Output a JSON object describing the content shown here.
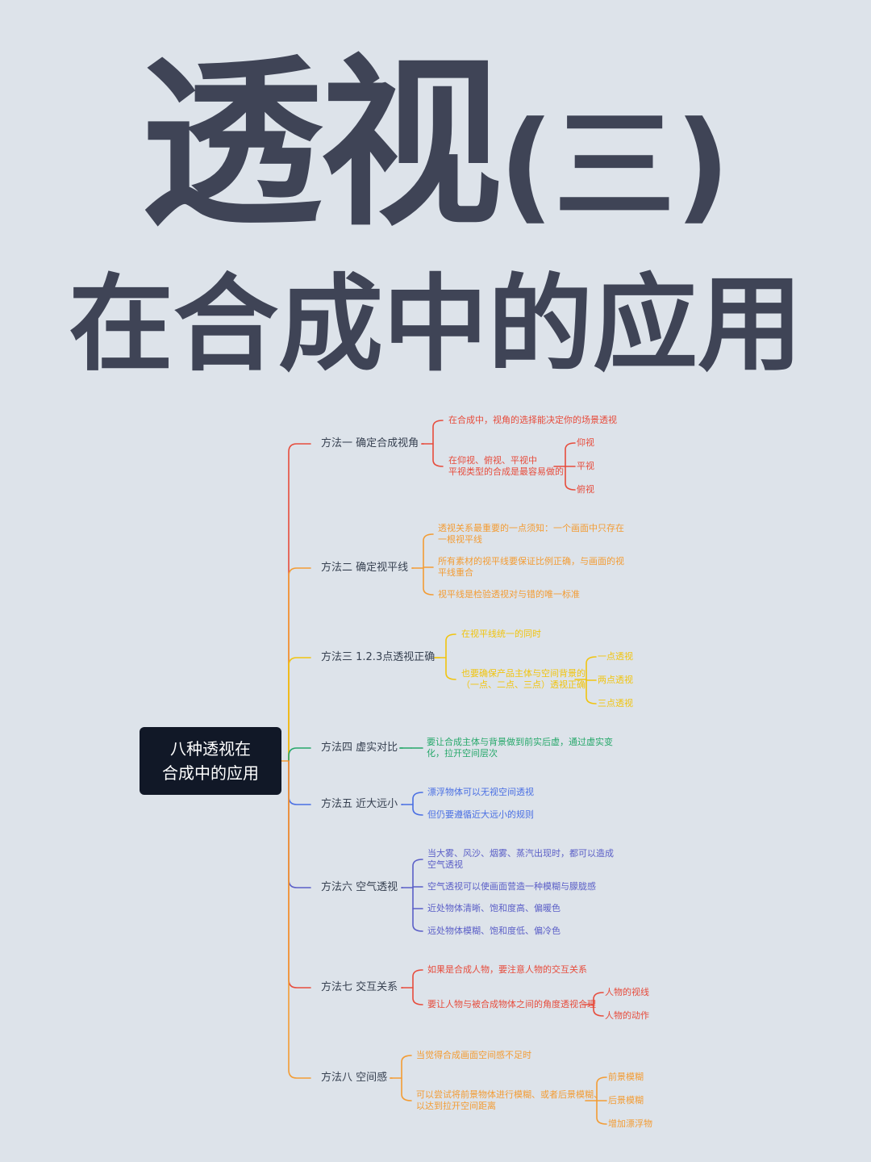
{
  "title": {
    "main": "透视",
    "paren": "(三)",
    "subtitle": "在合成中的应用"
  },
  "colors": {
    "background": "#dde3ea",
    "title": "#3f4456",
    "root_bg": "#111827",
    "red": "#e74c3c",
    "orange": "#f39c34",
    "yellow": "#f1c40f",
    "green": "#27a86b",
    "blue": "#4a6fe3",
    "indigo": "#5b5fc7"
  },
  "mindmap": {
    "root": [
      "八种透视在",
      "合成中的应用"
    ],
    "methods": [
      {
        "label": "方法一 确定合成视角",
        "color": "red",
        "children": [
          {
            "lines": [
              "在合成中，视角的选择能决定你的场景透视"
            ],
            "children": []
          },
          {
            "lines": [
              "在仰视、俯视、平视中",
              "平视类型的合成是最容易做的"
            ],
            "children": [
              "仰视",
              "平视",
              "俯视"
            ]
          }
        ]
      },
      {
        "label": "方法二 确定视平线",
        "color": "orange",
        "children": [
          {
            "lines": [
              "透视关系最重要的一点须知：一个画面中只存在",
              "一根视平线"
            ],
            "children": []
          },
          {
            "lines": [
              "所有素材的视平线要保证比例正确，与画面的视",
              "平线重合"
            ],
            "children": []
          },
          {
            "lines": [
              "视平线是检验透视对与错的唯一标准"
            ],
            "children": []
          }
        ]
      },
      {
        "label": "方法三 1.2.3点透视正确",
        "color": "yellow",
        "children": [
          {
            "lines": [
              "在视平线统一的同时"
            ],
            "children": []
          },
          {
            "lines": [
              "也要确保产品主体与空间背景的",
              "（一点、二点、三点）透视正确"
            ],
            "children": [
              "一点透视",
              "两点透视",
              "三点透视"
            ]
          }
        ]
      },
      {
        "label": "方法四 虚实对比",
        "color": "green",
        "children": [
          {
            "lines": [
              "要让合成主体与背景做到前实后虚，通过虚实变",
              "化，拉开空间层次"
            ],
            "children": []
          }
        ]
      },
      {
        "label": "方法五 近大远小",
        "color": "blue",
        "children": [
          {
            "lines": [
              "漂浮物体可以无视空间透视"
            ],
            "children": []
          },
          {
            "lines": [
              "但仍要遵循近大远小的规则"
            ],
            "children": []
          }
        ]
      },
      {
        "label": "方法六 空气透视",
        "color": "indigo",
        "children": [
          {
            "lines": [
              "当大雾、风沙、烟雾、蒸汽出现时，都可以造成",
              "空气透视"
            ],
            "children": []
          },
          {
            "lines": [
              "空气透视可以使画面营造一种模糊与朦胧感"
            ],
            "children": []
          },
          {
            "lines": [
              "近处物体清晰、饱和度高、偏暖色"
            ],
            "children": []
          },
          {
            "lines": [
              "远处物体模糊、饱和度低、偏冷色"
            ],
            "children": []
          }
        ]
      },
      {
        "label": "方法七 交互关系",
        "color": "red",
        "children": [
          {
            "lines": [
              "如果是合成人物，要注意人物的交互关系"
            ],
            "children": []
          },
          {
            "lines": [
              "要让人物与被合成物体之间的角度透视合理"
            ],
            "children": [
              "人物的视线",
              "人物的动作"
            ]
          }
        ]
      },
      {
        "label": "方法八 空间感",
        "color": "orange",
        "children": [
          {
            "lines": [
              "当觉得合成画面空间感不足时"
            ],
            "children": []
          },
          {
            "lines": [
              "可以尝试将前景物体进行模糊、或者后景模糊、",
              "以达到拉开空间距离"
            ],
            "children": [
              "前景模糊",
              "后景模糊",
              "增加漂浮物"
            ]
          }
        ]
      }
    ]
  }
}
